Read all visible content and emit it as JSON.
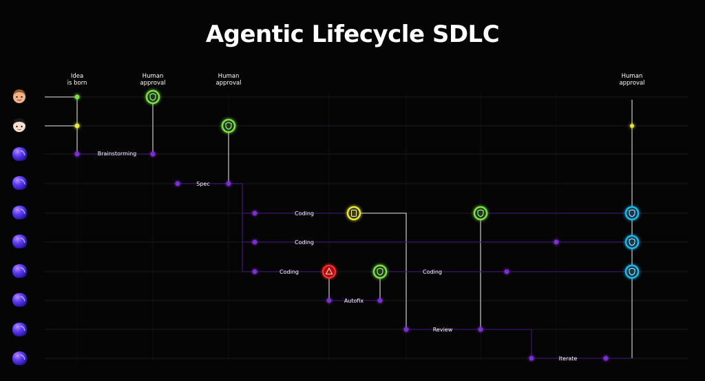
{
  "title": "Agentic Lifecycle SDLC",
  "milestones": {
    "idea": [
      "Idea",
      "is born"
    ],
    "approval_1": [
      "Human",
      "approval"
    ],
    "approval_2": [
      "Human",
      "approval"
    ],
    "approval_3": [
      "Human",
      "approval"
    ]
  },
  "stages": {
    "brainstorming": "Brainstorming",
    "spec": "Spec",
    "coding_1": "Coding",
    "coding_2": "Coding",
    "coding_3": "Coding",
    "coding_4": "Coding",
    "autofix": "Autofix",
    "review": "Review",
    "iterate": "Iterate"
  },
  "lanes": [
    {
      "actor": "human",
      "icon": "human-avatar-icon"
    },
    {
      "actor": "human",
      "icon": "human-avatar-icon"
    },
    {
      "actor": "agent",
      "icon": "agent-avatar-icon"
    },
    {
      "actor": "agent",
      "icon": "agent-avatar-icon"
    },
    {
      "actor": "agent",
      "icon": "agent-avatar-icon"
    },
    {
      "actor": "agent",
      "icon": "agent-avatar-icon"
    },
    {
      "actor": "agent",
      "icon": "agent-avatar-icon"
    },
    {
      "actor": "agent",
      "icon": "agent-avatar-icon"
    },
    {
      "actor": "agent",
      "icon": "agent-avatar-icon"
    },
    {
      "actor": "agent",
      "icon": "agent-avatar-icon"
    }
  ],
  "colors": {
    "background": "#050505",
    "lane_line": "#1c1c24",
    "purple": "#7b2fd0",
    "green": "#7ce04a",
    "yellow": "#e6e83a",
    "red": "#e82020",
    "cyan": "#20b6e8",
    "connector": "#bfbfbf"
  }
}
